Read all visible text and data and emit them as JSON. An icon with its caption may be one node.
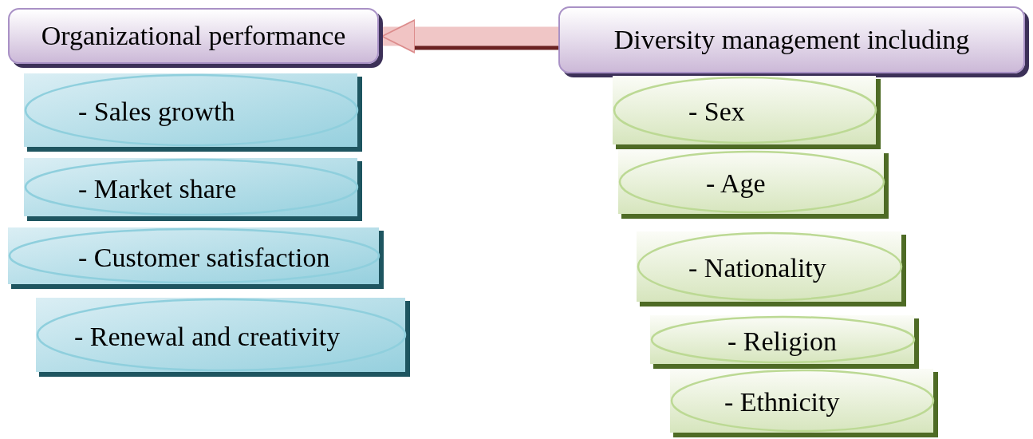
{
  "diagram": {
    "nodes": [
      {
        "text": [
          "Organizational performance"
        ]
      },
      {
        "text": [
          "Diversity  management including"
        ]
      },
      {
        "text": [
          "- Sales growth"
        ]
      },
      {
        "text": [
          "- Market share"
        ]
      },
      {
        "text": [
          "- Customer satisfaction"
        ]
      },
      {
        "text": [
          "- Renewal and creativity"
        ]
      },
      {
        "text": [
          "- Sex"
        ]
      },
      {
        "text": [
          "- Age"
        ]
      },
      {
        "text": [
          "- Nationality"
        ]
      },
      {
        "text": [
          "- Religion"
        ]
      },
      {
        "text": [
          "- Ethnicity"
        ]
      }
    ],
    "edges": [
      {
        "from": 1,
        "to": 0,
        "arrow": "to"
      }
    ]
  }
}
